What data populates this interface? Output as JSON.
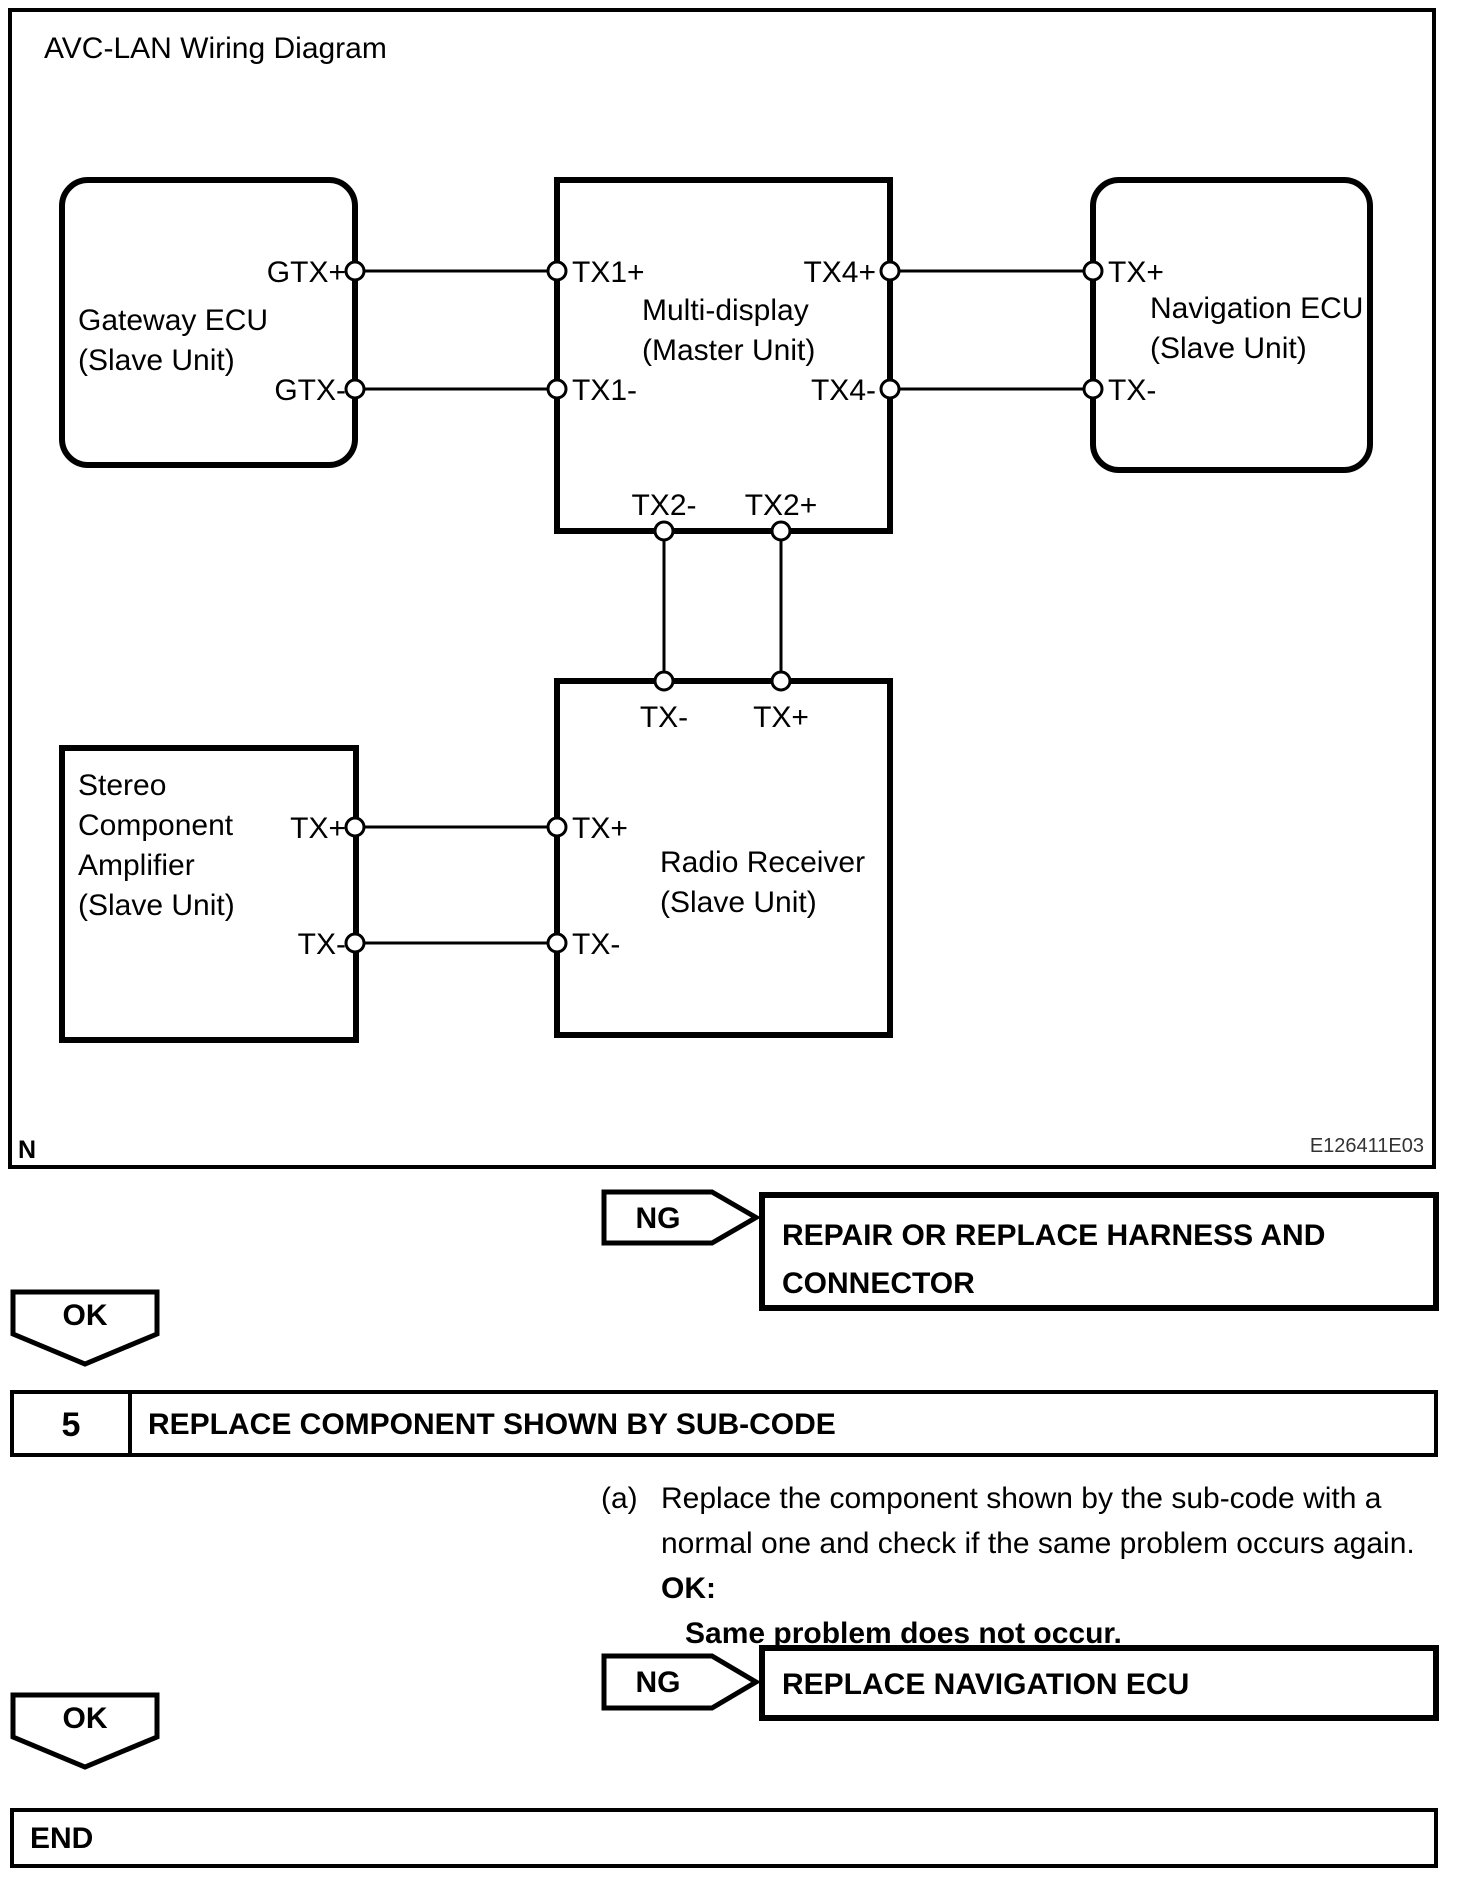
{
  "diagram": {
    "title": "AVC-LAN Wiring Diagram",
    "corner_letter": "N",
    "figure_code": "E126411E03",
    "components": {
      "gateway_ecu": {
        "line1": "Gateway ECU",
        "line2": "(Slave Unit)",
        "t_plus": "GTX+",
        "t_minus": "GTX-"
      },
      "multi_display": {
        "line1": "Multi-display",
        "line2": "(Master Unit)",
        "tx1_plus": "TX1+",
        "tx1_minus": "TX1-",
        "tx4_plus": "TX4+",
        "tx4_minus": "TX4-",
        "tx2_minus": "TX2-",
        "tx2_plus": "TX2+"
      },
      "navigation_ecu": {
        "line1": "Navigation ECU",
        "line2": "(Slave Unit)",
        "t_plus": "TX+",
        "t_minus": "TX-"
      },
      "radio_receiver": {
        "line1": "Radio Receiver",
        "line2": "(Slave Unit)",
        "top_minus": "TX-",
        "top_plus": "TX+",
        "left_plus": "TX+",
        "left_minus": "TX-"
      },
      "stereo_amplifier": {
        "line1": "Stereo",
        "line2": "Component",
        "line3": "Amplifier",
        "line4": "(Slave Unit)",
        "t_plus": "TX+",
        "t_minus": "TX-"
      }
    }
  },
  "flowchart": {
    "ng_branch_1": {
      "label": "NG",
      "result_line1": "REPAIR OR REPLACE HARNESS AND",
      "result_line2": "CONNECTOR"
    },
    "ok_branch_1": {
      "label": "OK"
    },
    "step": {
      "number": "5",
      "title": "REPLACE COMPONENT SHOWN BY SUB-CODE"
    },
    "instruction": {
      "marker": "(a)",
      "line1": "Replace the component shown by the sub-code with a",
      "line2": "normal one and check if the same problem occurs again.",
      "ok_heading": "OK:",
      "ok_condition": "Same problem does not occur."
    },
    "ng_branch_2": {
      "label": "NG",
      "result": "REPLACE NAVIGATION ECU"
    },
    "ok_branch_2": {
      "label": "OK"
    },
    "end_label": "END"
  },
  "colors": {
    "ink": "#000000",
    "paper": "#ffffff",
    "figure_code_ink": "#333333"
  }
}
